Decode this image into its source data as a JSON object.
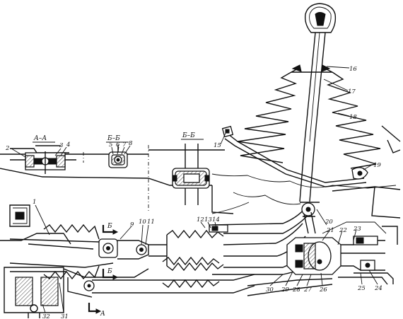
{
  "sections": {
    "aa": "А–А",
    "bb_small": "Б–Б",
    "bb_large": "Б–Б",
    "b_mark": "Б",
    "a_mark": "А"
  },
  "callouts": [
    "1",
    "2",
    "3",
    "4",
    "5",
    "6",
    "7",
    "8",
    "9",
    "10",
    "11",
    "12",
    "13",
    "14",
    "15",
    "16",
    "17",
    "18",
    "19",
    "20",
    "21",
    "22",
    "23",
    "24",
    "25",
    "26",
    "27",
    "28",
    "29",
    "30",
    "31",
    "32"
  ],
  "colors": {
    "ink": "#111111",
    "paper": "#ffffff"
  }
}
